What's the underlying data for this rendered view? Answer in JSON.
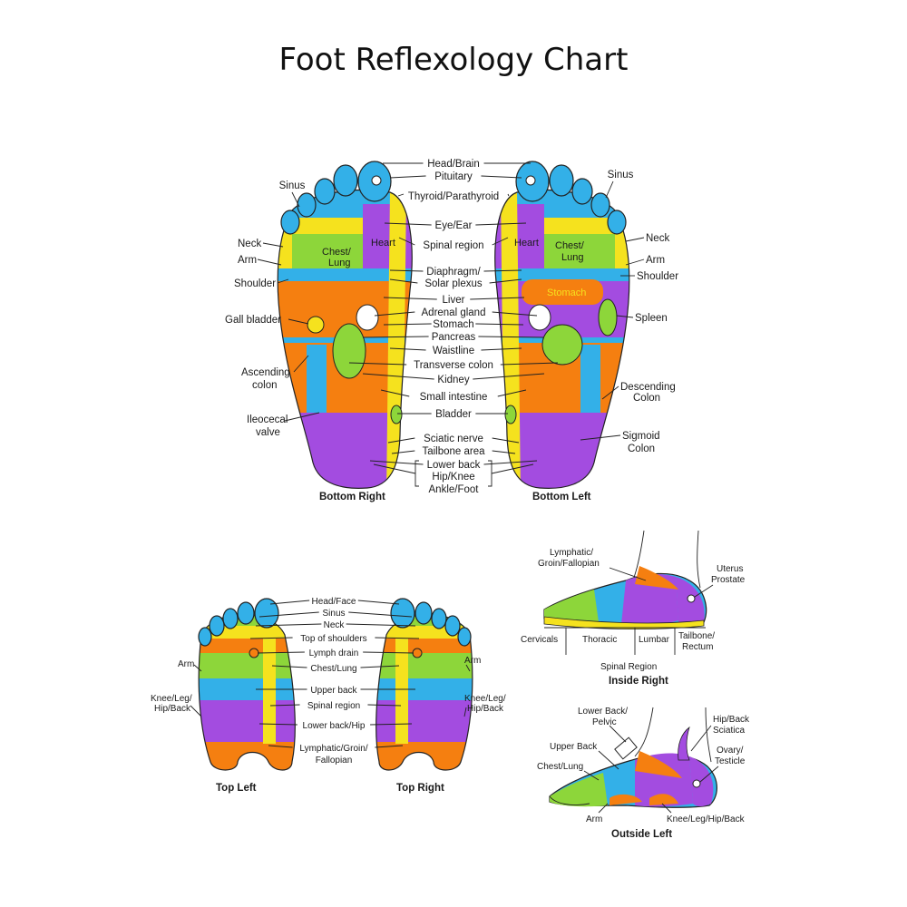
{
  "title": "Foot Reflexology Chart",
  "colors": {
    "blue": "#33b0e8",
    "green": "#8dd63a",
    "purple": "#a34ce0",
    "orange": "#f57f10",
    "yellow": "#f5e21e",
    "white": "#ffffff"
  },
  "bottom": {
    "captions": {
      "right": "Bottom Right",
      "left": "Bottom Left"
    },
    "center_labels": [
      "Head/Brain",
      "Pituitary",
      "Thyroid/Parathyroid",
      "Eye/Ear",
      "Spinal region",
      "Diaphragm/",
      "Solar plexus",
      "Liver",
      "Adrenal gland",
      "Stomach",
      "Pancreas",
      "Waistline",
      "Transverse colon",
      "Kidney",
      "Small intestine",
      "Bladder",
      "Sciatic nerve",
      "Tailbone area",
      "Lower back",
      "Hip/Knee",
      "Ankle/Foot"
    ],
    "left_labels": [
      "Sinus",
      "Neck",
      "Arm",
      "Shoulder",
      "Gall bladder",
      "Ascending",
      "colon",
      "Ileocecal",
      "valve"
    ],
    "right_labels": [
      "Sinus",
      "Neck",
      "Arm",
      "Shoulder",
      "Spleen",
      "Descending",
      "Colon",
      "Sigmoid",
      "Colon"
    ],
    "inner_labels": {
      "chest_lung_1": "Chest/",
      "chest_lung_2": "Lung",
      "heart": "Heart",
      "stomach": "Stomach"
    }
  },
  "top": {
    "captions": {
      "left": "Top Left",
      "right": "Top Right"
    },
    "center_labels": [
      "Head/Face",
      "Sinus",
      "Neck",
      "Top of shoulders",
      "Lymph drain",
      "Chest/Lung",
      "Upper back",
      "Spinal region",
      "Lower back/Hip",
      "Lymphatic/Groin/",
      "Fallopian"
    ],
    "side_labels": {
      "arm": "Arm",
      "knee_1": "Knee/Leg/",
      "knee_2": "Hip/Back"
    }
  },
  "inside_right": {
    "caption": "Inside Right",
    "labels": {
      "lymph_1": "Lymphatic/",
      "lymph_2": "Groin/Fallopian",
      "uterus_1": "Uterus",
      "uterus_2": "Prostate",
      "cervicals": "Cervicals",
      "thoracic": "Thoracic",
      "lumbar": "Lumbar",
      "tailbone_1": "Tailbone/",
      "tailbone_2": "Rectum",
      "spinal_region": "Spinal Region"
    }
  },
  "outside_left": {
    "caption": "Outside Left",
    "labels": {
      "lower_back_1": "Lower Back/",
      "lower_back_2": "Pelvic",
      "hip_back_1": "Hip/Back",
      "hip_back_2": "Sciatica",
      "upper_back": "Upper Back",
      "ovary_1": "Ovary/",
      "ovary_2": "Testicle",
      "chest_lung": "Chest/Lung",
      "arm": "Arm",
      "knee": "Knee/Leg/Hip/Back"
    }
  }
}
